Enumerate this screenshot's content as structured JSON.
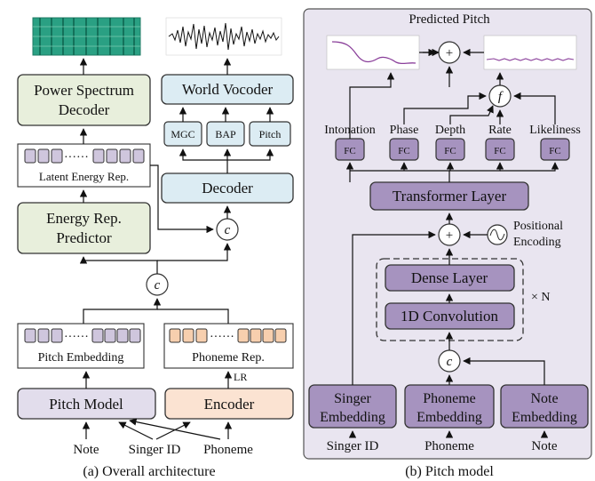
{
  "colors": {
    "green_box": "#e8efdc",
    "blue_box": "#dcecf3",
    "lavender_box": "#e2ddec",
    "orange_box": "#fbe3d2",
    "pitch_panel_bg": "#e9e5f0",
    "purple_box": "#a693bf",
    "small_square": "#cfc6dd",
    "orange_square": "#f7cfae",
    "spectrogram": "#2aa083"
  },
  "panel_a": {
    "caption": "(a) Overall architecture",
    "power_spectrum_decoder": [
      "Power Spectrum",
      "Decoder"
    ],
    "world_vocoder": "World Vocoder",
    "mgc": "MGC",
    "bap": "BAP",
    "pitch": "Pitch",
    "decoder": "Decoder",
    "latent_energy_rep": "Latent Energy Rep.",
    "energy_rep_predictor": [
      "Energy Rep.",
      "Predictor"
    ],
    "concat_symbol": "c",
    "pitch_embedding": "Pitch Embedding",
    "phoneme_rep": "Phoneme Rep.",
    "lr": "LR",
    "pitch_model": "Pitch Model",
    "encoder": "Encoder",
    "inputs": [
      "Note",
      "Singer ID",
      "Phoneme"
    ]
  },
  "panel_b": {
    "caption": "(b) Pitch model",
    "predicted_pitch": "Predicted Pitch",
    "plus_symbol": "+",
    "f_symbol": "f",
    "heads": [
      "Intonation",
      "Phase",
      "Depth",
      "Rate",
      "Likeliness"
    ],
    "fc": "FC",
    "transformer_layer": "Transformer Layer",
    "positional_encoding": [
      "Positional",
      "Encoding"
    ],
    "dense_layer": "Dense Layer",
    "conv": "1D Convolution",
    "times_n": "× N",
    "concat_symbol": "c",
    "singer_embedding": [
      "Singer",
      "Embedding"
    ],
    "phoneme_embedding": [
      "Phoneme",
      "Embedding"
    ],
    "note_embedding": [
      "Note",
      "Embedding"
    ],
    "inputs": [
      "Singer ID",
      "Phoneme",
      "Note"
    ]
  }
}
